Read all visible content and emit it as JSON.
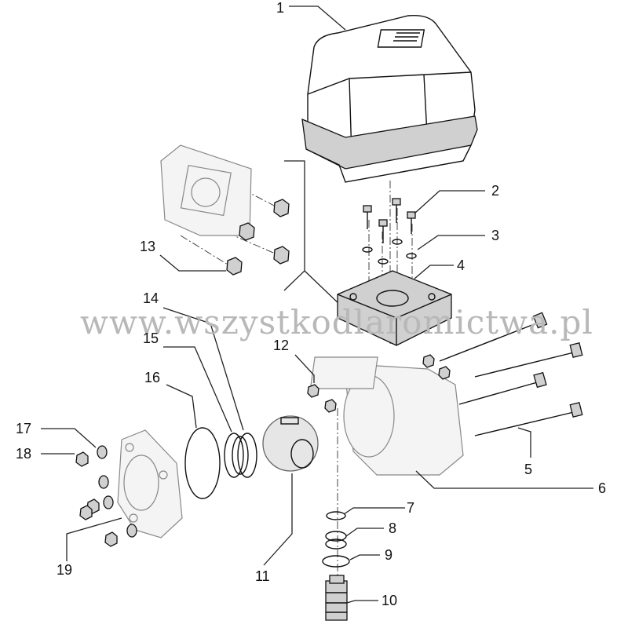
{
  "watermark": "www.wszystkodlaromictwa.pl",
  "callouts": {
    "c1": "1",
    "c2": "2",
    "c3": "3",
    "c4": "4",
    "c5": "5",
    "c6": "6",
    "c7": "7",
    "c8": "8",
    "c9": "9",
    "c10": "10",
    "c11": "11",
    "c12": "12",
    "c13": "13",
    "c14": "14",
    "c15": "15",
    "c16": "16",
    "c17": "17",
    "c18": "18",
    "c19": "19"
  },
  "colors": {
    "line": "#111111",
    "part_outline": "#888888",
    "watermark": "#b8b8b8"
  }
}
